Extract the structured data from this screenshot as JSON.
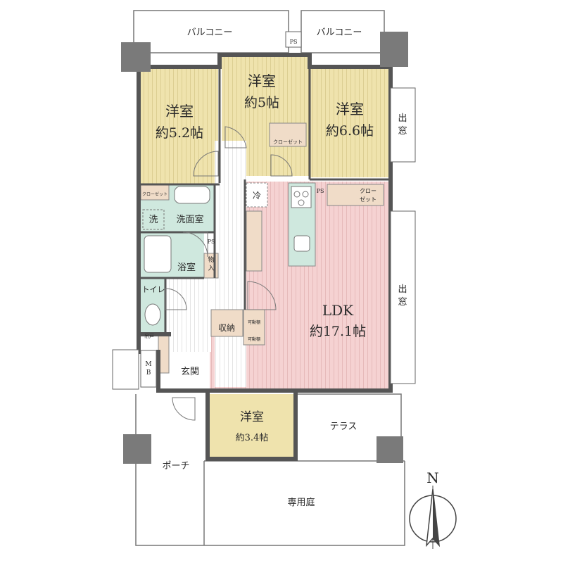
{
  "rooms": {
    "balcony_left": "バルコニー",
    "balcony_right": "バルコニー",
    "ps_top": "PS",
    "western1": {
      "name": "洋室",
      "size": "約5.2帖"
    },
    "western2": {
      "name": "洋室",
      "size": "約5帖"
    },
    "western3": {
      "name": "洋室",
      "size": "約6.6帖"
    },
    "closet_center": "クローゼット",
    "closet_left": "クローゼット",
    "closet_right": {
      "line1": "クロー",
      "line2": "ゼット"
    },
    "bay_window_top": {
      "line1": "出",
      "line2": "窓"
    },
    "bay_window_mid": {
      "line1": "出",
      "line2": "窓"
    },
    "fridge": "冷",
    "ps_kitchen": "PS",
    "washer": "洗",
    "washroom": "洗面室",
    "ps_bath": "PS",
    "storage_small": {
      "line1": "物",
      "line2": "入"
    },
    "bath": "浴室",
    "toilet": "トイレ",
    "tsuriido": "吊戸",
    "mb": {
      "line1": "M",
      "line2": "B"
    },
    "entrance": "玄関",
    "storage": "収納",
    "movable_shelf_top": "可動棚",
    "movable_shelf_bottom": "可動棚",
    "ldk": {
      "name": "LDK",
      "size": "約17.1帖"
    },
    "western4": {
      "name": "洋室",
      "size": "約3.4帖"
    },
    "terrace": "テラス",
    "porch": "ポーチ",
    "garden": "専用庭"
  },
  "compass": {
    "label": "N"
  },
  "colors": {
    "wall": "#555555",
    "outline": "#444444",
    "western_room": "#efe3ad",
    "ldk": "#f5d2d2",
    "wet_area": "#cfe8de",
    "closet": "#f0dcc8",
    "hall": "#ffffff",
    "pillar": "#7a7a7a"
  }
}
